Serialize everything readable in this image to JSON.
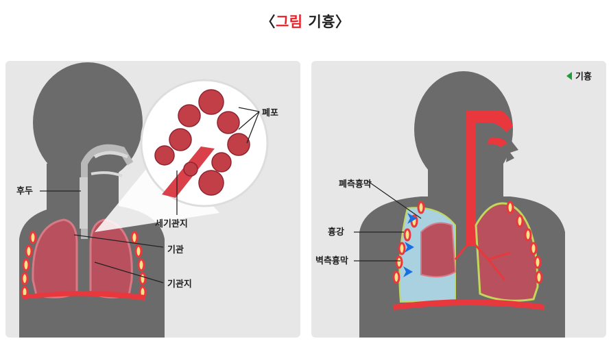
{
  "title": {
    "open": "〈",
    "highlight": "그림",
    "main": "기흉",
    "close": "〉"
  },
  "left_panel": {
    "labels": {
      "pharynx": "후두",
      "alveoli": "폐포",
      "bronchiole": "세기관지",
      "trachea": "기관",
      "bronchus": "기관지"
    }
  },
  "right_panel": {
    "legend": "기흉",
    "labels": {
      "visceral_pleura": "폐측흉막",
      "pleural_cavity": "흉강",
      "parietal_pleura": "벽측흉막"
    }
  },
  "colors": {
    "silhouette": "#6b6b6b",
    "panel_bg": "#e7e7e7",
    "lung": "#b8505e",
    "airway": "#e8383d",
    "air_fill": "#a9d1e0",
    "arrow": "#1a6fe0",
    "legend_marker": "#1f9d3a",
    "title_accent": "#e8202a"
  }
}
